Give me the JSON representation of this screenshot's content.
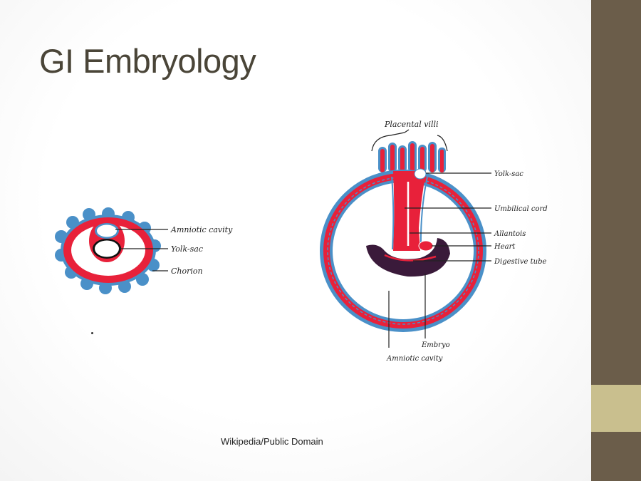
{
  "slide": {
    "title": "GI Embryology",
    "credit": "Wikipedia/Public  Domain"
  },
  "colors": {
    "sidebar": "#6b5d4a",
    "sidebar_accent": "#c9bf8e",
    "title": "#4a4538",
    "blue_membrane": "#4a90c8",
    "red_tissue": "#e8213a",
    "embryo_dark": "#3a1a3a"
  },
  "diagram_small": {
    "labels": {
      "amniotic_cavity": "Amniotic cavity",
      "yolk_sac": "Yolk-sac",
      "chorion": "Chorion"
    }
  },
  "diagram_large": {
    "labels": {
      "placental_villi": "Placental villi",
      "yolk_sac": "Yolk-sac",
      "umbilical_cord": "Umbilical cord",
      "allantois": "Allantois",
      "heart": "Heart",
      "digestive_tube": "Digestive tube",
      "embryo": "Embryo",
      "amniotic_cavity": "Amniotic cavity"
    }
  }
}
